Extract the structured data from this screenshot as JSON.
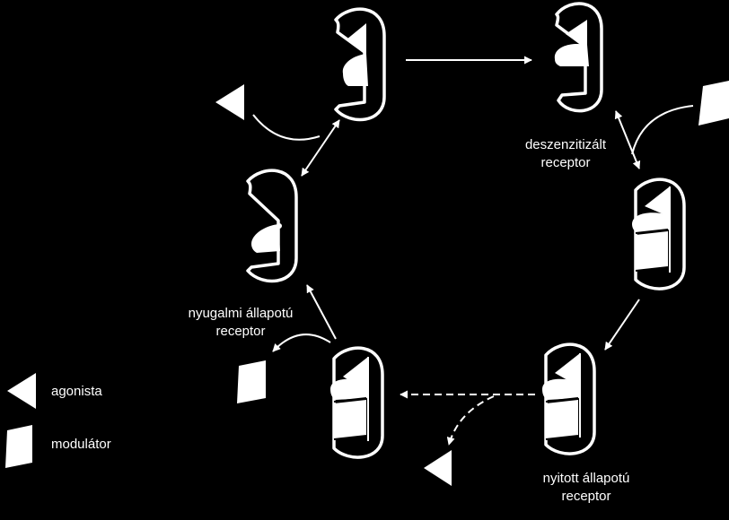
{
  "labels": {
    "desensitized": [
      "deszenzitizált",
      "receptor"
    ],
    "resting": [
      "nyugalmi  állapotú",
      "receptor"
    ],
    "open": [
      "nyitott  állapotú",
      "receptor"
    ]
  },
  "legend": {
    "agonist": "agonista",
    "modulator": "modulátor"
  },
  "colors": {
    "background": "#000000",
    "foreground": "#ffffff"
  }
}
